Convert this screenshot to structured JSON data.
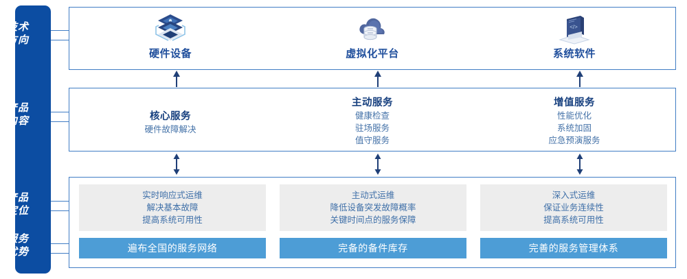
{
  "sidebar": {
    "labels": [
      {
        "line1": "技术",
        "line2": "方向"
      },
      {
        "line1": "产品",
        "line2": "内容"
      },
      {
        "line1": "产品",
        "line2": "定位"
      },
      {
        "line1": "服务",
        "line2": "优势"
      }
    ]
  },
  "tech_direction": {
    "items": [
      {
        "icon": "server-stack-icon",
        "label": "硬件设备"
      },
      {
        "icon": "cloud-database-icon",
        "label": "虚拟化平台"
      },
      {
        "icon": "laptop-code-icon",
        "label": "系统软件"
      }
    ]
  },
  "product_content": {
    "columns": [
      {
        "title": "核心服务",
        "items": [
          "硬件故障解决"
        ]
      },
      {
        "title": "主动服务",
        "items": [
          "健康检查",
          "驻场服务",
          "值守服务"
        ]
      },
      {
        "title": "增值服务",
        "items": [
          "性能优化",
          "系统加固",
          "应急预演服务"
        ]
      }
    ]
  },
  "product_positioning": {
    "cards": [
      {
        "lines": [
          "实时响应式运维",
          "解决基本故障",
          "提高系统可用性"
        ]
      },
      {
        "lines": [
          "主动式运维",
          "降低设备突发故障概率",
          "关键时间点的服务保障"
        ]
      },
      {
        "lines": [
          "深入式运维",
          "保证业务连续性",
          "提高系统可用性"
        ]
      }
    ]
  },
  "service_advantage": {
    "bars": [
      "遍布全国的服务网络",
      "完备的备件库存",
      "完善的服务管理体系"
    ]
  },
  "arrows": {
    "up_arrows": [
      "arrow-up-icon",
      "arrow-up-icon",
      "arrow-up-icon"
    ],
    "double_arrows": [
      "arrow-up-down-icon",
      "arrow-up-down-icon",
      "arrow-up-down-icon"
    ],
    "down_arrows": [
      "arrow-down-icon",
      "arrow-down-icon",
      "arrow-down-icon"
    ]
  },
  "colors": {
    "sidebar_blue": "#0C4DA2",
    "border_blue": "#3F7CC4",
    "title_navy": "#17407F",
    "body_blue": "#4472A8",
    "bar_blue": "#4D9DD6",
    "card_gray": "#EDEDED"
  }
}
